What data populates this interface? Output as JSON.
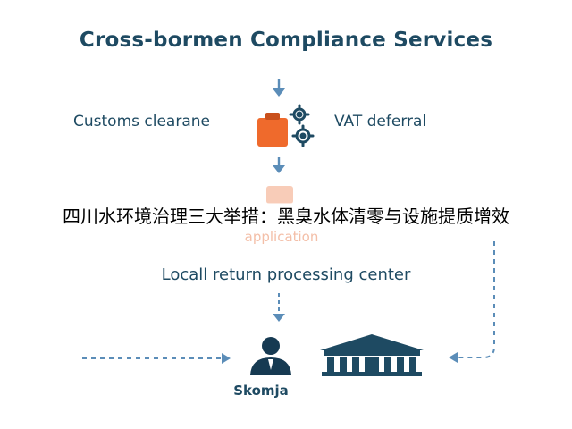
{
  "title": "Cross-bormen Compliance Services",
  "nodes": {
    "customs": "Customs clearane",
    "vat": "VAT deferral",
    "application": "application",
    "return_center": "Locall return processing center",
    "person": "Skomja"
  },
  "overlay_caption": "四川水环境治理三大举措：黑臭水体清零与设施提质增效",
  "colors": {
    "primary": "#1e4a62",
    "arrow": "#5b8db8",
    "accent_orange": "#ef6a2c",
    "gear": "#1e4a62"
  },
  "icons": [
    "clipboard-icon",
    "gear-icon",
    "person-icon",
    "bank-building-icon"
  ]
}
